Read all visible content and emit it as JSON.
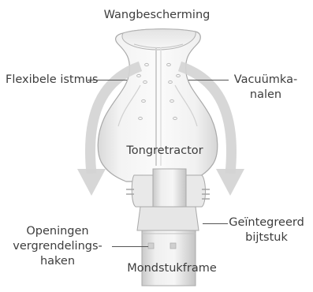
{
  "labels": {
    "cheek_guard": "Wangbescherming",
    "flexible_isthmus": "Flexibele istmus",
    "vacuum_channels_line1": "Vacuümka-",
    "vacuum_channels_line2": "nalen",
    "tongue_retractor": "Tongretractor",
    "integrated_bite_block_line1": "Geïntegreerd",
    "integrated_bite_block_line2": "bijtstuk",
    "locking_hook_openings_line1": "Openingen",
    "locking_hook_openings_line2": "vergrendelings-",
    "locking_hook_openings_line3": "haken",
    "mouthpiece_frame": "Mondstukframe"
  },
  "colors": {
    "text": "#3d3d3d",
    "leader_line": "#555555",
    "arrow": "#d4d4d4",
    "device_light": "#eeeeee",
    "device_outline": "#a9a9a9"
  }
}
